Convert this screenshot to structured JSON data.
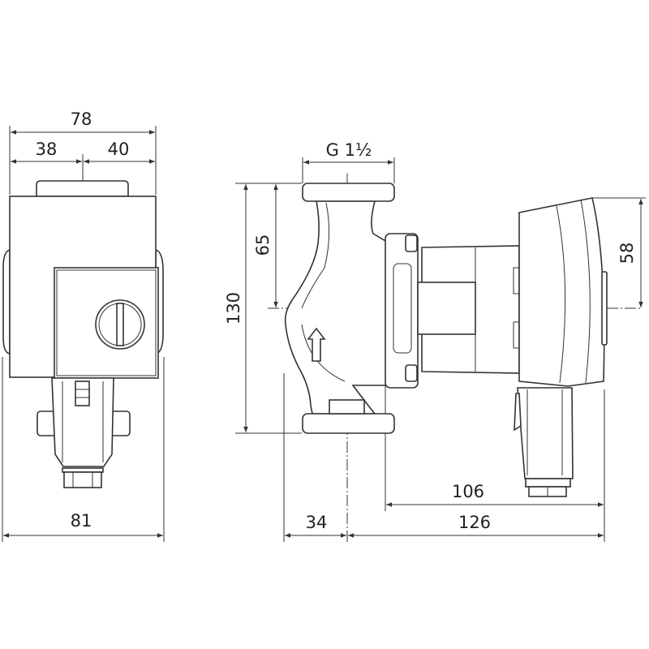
{
  "front_view": {
    "dim_overall_width": "78",
    "dim_left": "38",
    "dim_right": "40",
    "dim_bottom_width": "81"
  },
  "side_view": {
    "dim_thread": "G 1½",
    "dim_height": "130",
    "dim_half_height": "65",
    "dim_motor_half": "58",
    "dim_inlet_offset": "34",
    "dim_motor_length": "106",
    "dim_total_length": "126"
  },
  "colors": {
    "line": "#333333",
    "background": "#ffffff"
  }
}
